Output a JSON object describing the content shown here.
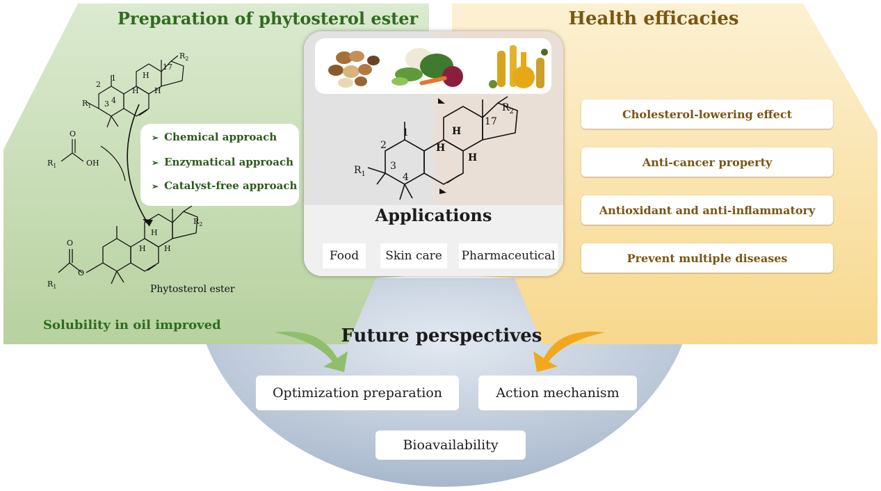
{
  "left_panel": {
    "title": "Preparation of phytosterol ester",
    "approaches": [
      "Chemical approach",
      "Enzymatical approach",
      "Catalyst-free approach"
    ],
    "bullet_glyph": "➢",
    "product_label": "Phytosterol ester",
    "solubility_text": "Solubility in oil improved",
    "color": "#cfe2bf"
  },
  "right_panel": {
    "title": "Health efficacies",
    "efficacies": [
      "Cholesterol-lowering effect",
      "Anti-cancer property",
      "Antioxidant and anti-inflammatory",
      "Prevent multiple diseases"
    ],
    "color": "#fbe6b0"
  },
  "center": {
    "applications_title": "Applications",
    "applications": [
      "Food",
      "Skin care",
      "Pharmaceutical"
    ],
    "photos": [
      "nuts-photo",
      "vegetables-photo",
      "oils-photo"
    ]
  },
  "future": {
    "title": "Future perspectives",
    "items": [
      "Optimization preparation",
      "Action mechanism",
      "Bioavailability"
    ],
    "color": "#b9c6d8"
  },
  "chem": {
    "r1": "R",
    "r1_sub": "1",
    "r2": "R",
    "r2_sub": "2",
    "oh": "OH",
    "o": "O",
    "h": "H",
    "pos1": "1",
    "pos2": "2",
    "pos3": "3",
    "pos4": "4",
    "pos17": "17"
  },
  "colors": {
    "green_title": "#2f6b1f",
    "gold_title": "#7a5512",
    "arrow_green": "#8fbf6a",
    "arrow_gold": "#f2a81d"
  }
}
